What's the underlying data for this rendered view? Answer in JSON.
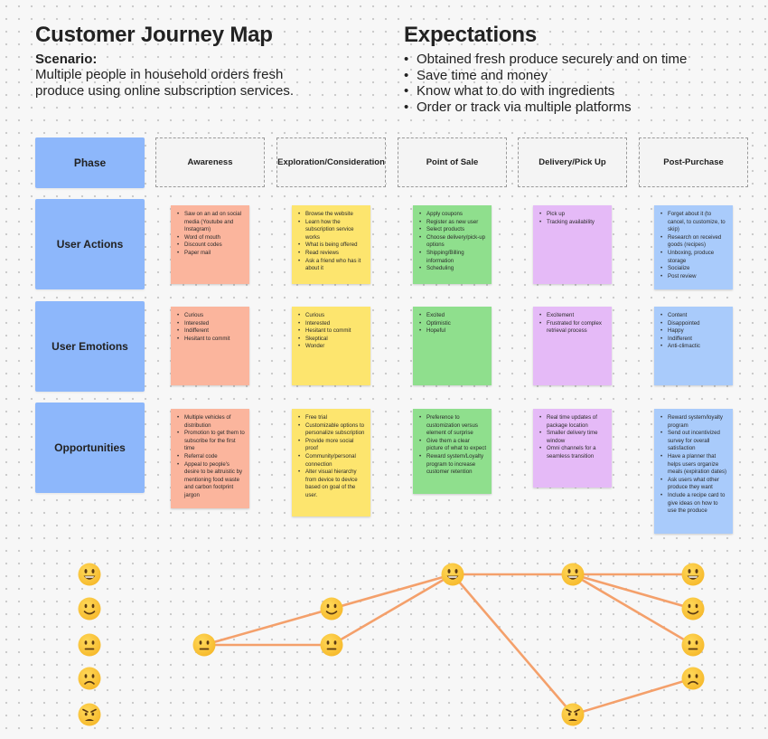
{
  "header": {
    "title": "Customer Journey Map",
    "scenario_label": "Scenario:",
    "scenario_text": "Multiple people in household orders fresh produce using online subscription services.",
    "expectations_title": "Expectations",
    "expectations": [
      "Obtained fresh produce securely and on time",
      "Save time and money",
      "Know what to do with ingredients",
      "Order or track via multiple platforms"
    ]
  },
  "rows": {
    "phase": "Phase",
    "actions": "User Actions",
    "emotions": "User Emotions",
    "opportunities": "Opportunities"
  },
  "phases": [
    "Awareness",
    "Exploration/Consideration",
    "Point of Sale",
    "Delivery/Pick Up",
    "Post-Purchase"
  ],
  "actions": [
    [
      "Saw on an ad on social media (Youtube and Instagram)",
      "Word of mouth",
      "Discount codes",
      "Paper mail"
    ],
    [
      "Browse the website",
      "Learn how the subscription service works",
      "What is being offered",
      "Read reviews",
      "Ask a friend who has it about it"
    ],
    [
      "Apply coupons",
      "Register as new user",
      "Select products",
      "Choose delivery/pick-up options",
      "Shipping/Billing information",
      "Scheduling"
    ],
    [
      "Pick up",
      "Tracking availability"
    ],
    [
      "Forget about it (to cancel, to customize, to skip)",
      "Research on received goods (recipes)",
      "Unboxing, produce storage",
      "Socialize",
      "Post review"
    ]
  ],
  "emotions": [
    [
      "Curious",
      "Interested",
      "Indifferent",
      "Hesitant to commit"
    ],
    [
      "Curious",
      "Interested",
      "Hesitant to commit",
      "Skeptical",
      "Wonder"
    ],
    [
      "Excited",
      "Optimistic",
      "Hopeful"
    ],
    [
      "Excitement",
      "Frustrated for complex retrieval process"
    ],
    [
      "Content",
      "Disappointed",
      "Happy",
      "Indifferent",
      "Anti-climactic"
    ]
  ],
  "opportunities": [
    [
      "Multiple vehicles of distribution",
      "Promotion to get them to subscribe for the first time",
      "Referral code",
      "Appeal to people's desire to be altruistic by mentioning food waste and carbon footprint jargon"
    ],
    [
      "Free trial",
      "Customizable options to personalize subscription",
      "Provide more social proof",
      "Community/personal connection",
      "Alter visual hierarchy from device to device based on goal of the user."
    ],
    [
      "Preference to customization versus element of surprise",
      "Give them a clear picture of what to expect",
      "Reward system/Loyalty program to increase customer retention"
    ],
    [
      "Real time updates of package location",
      "Smaller delivery time window",
      "Omni channels for a seamless transition"
    ],
    [
      "Reward system/loyalty program",
      "Send out incentivized survey for overall satisfaction",
      "Have a planner that helps users organize meals (expiration dates)",
      "Ask users what other produce they want",
      "Include a recipe card to give ideas on how to use the produce"
    ]
  ],
  "colors": {
    "row_header": "#8db7fb",
    "awareness": "#fbb59d",
    "exploration": "#fde56e",
    "point_of_sale": "#8fdf8d",
    "delivery": "#e5baf7",
    "post_purchase": "#a9cbfb",
    "journey_line": "#f4a06b",
    "emoji_face": "#fbc531"
  },
  "emotion_scale": [
    "very-happy-emoji-icon",
    "happy-emoji-icon",
    "neutral-emoji-icon",
    "sad-emoji-icon",
    "angry-emoji-icon"
  ]
}
